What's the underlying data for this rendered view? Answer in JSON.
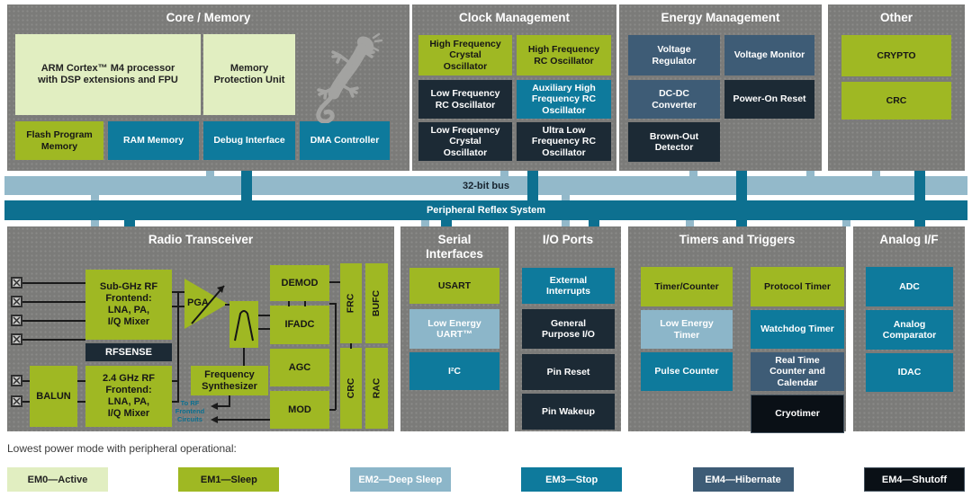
{
  "colors": {
    "section_background": "#7b7b79",
    "pale_green": "#e1eec1",
    "olive_green": "#9fb823",
    "teal": "#0e7a9c",
    "light_blue": "#8cb6c9",
    "slate_blue": "#3e5c76",
    "dark_navy": "#1c2a35",
    "black": "#0a1016",
    "bus_light": "#93b9ca",
    "bus_dark": "#0d7090"
  },
  "core_memory": {
    "title": "Core / Memory",
    "blocks": [
      {
        "label": "ARM Cortex™ M4 processor\nwith DSP extensions and FPU",
        "tone": "pale"
      },
      {
        "label": "Memory\nProtection Unit",
        "tone": "pale"
      },
      {
        "label": "Flash Program\nMemory",
        "tone": "olive"
      },
      {
        "label": "RAM Memory",
        "tone": "teal"
      },
      {
        "label": "Debug Interface",
        "tone": "teal"
      },
      {
        "label": "DMA Controller",
        "tone": "teal"
      }
    ],
    "logo": "gecko-logo"
  },
  "clock_management": {
    "title": "Clock Management",
    "blocks": [
      {
        "label": "High Frequency\nCrystal\nOscillator",
        "tone": "olive"
      },
      {
        "label": "High Frequency\nRC Oscillator",
        "tone": "olive"
      },
      {
        "label": "Low Frequency\nRC Oscillator",
        "tone": "darknavy"
      },
      {
        "label": "Auxiliary High\nFrequency RC\nOscillator",
        "tone": "teal"
      },
      {
        "label": "Low Frequency\nCrystal\nOscillator",
        "tone": "darknavy"
      },
      {
        "label": "Ultra Low\nFrequency RC\nOscillator",
        "tone": "darknavy"
      }
    ]
  },
  "energy_management": {
    "title": "Energy Management",
    "blocks": [
      {
        "label": "Voltage\nRegulator",
        "tone": "slate"
      },
      {
        "label": "Voltage Monitor",
        "tone": "slate"
      },
      {
        "label": "DC-DC\nConverter",
        "tone": "slate"
      },
      {
        "label": "Power-On Reset",
        "tone": "darknavy"
      },
      {
        "label": "Brown-Out\nDetector",
        "tone": "darknavy"
      }
    ]
  },
  "other": {
    "title": "Other",
    "blocks": [
      {
        "label": "CRYPTO",
        "tone": "olive"
      },
      {
        "label": "CRC",
        "tone": "olive"
      }
    ]
  },
  "buses": {
    "bus_32bit": "32-bit bus",
    "prs": "Peripheral Reflex System"
  },
  "radio_transceiver": {
    "title": "Radio Transceiver",
    "parts": {
      "subghz": "Sub-GHz RF\nFrontend:\nLNA, PA,\nI/Q Mixer",
      "rfsense": "RFSENSE",
      "balun": "BALUN",
      "ghz24": "2.4 GHz RF\nFrontend:\nLNA, PA,\nI/Q Mixer",
      "pga": "PGA",
      "freq_synth": "Frequency\nSynthesizer",
      "to_rf": "To RF\nFrontend\nCircuits",
      "demod": "DEMOD",
      "ifadc": "IFADC",
      "agc": "AGC",
      "mod": "MOD",
      "frc": "FRC",
      "bufc": "BUFC",
      "crc": "CRC",
      "rac": "RAC"
    }
  },
  "serial_interfaces": {
    "title": "Serial\nInterfaces",
    "blocks": [
      {
        "label": "USART",
        "tone": "olive"
      },
      {
        "label": "Low Energy\nUART™",
        "tone": "lightblue"
      },
      {
        "label": "I²C",
        "tone": "teal"
      }
    ]
  },
  "io_ports": {
    "title": "I/O Ports",
    "blocks": [
      {
        "label": "External\nInterrupts",
        "tone": "teal"
      },
      {
        "label": "General\nPurpose I/O",
        "tone": "darknavy"
      },
      {
        "label": "Pin Reset",
        "tone": "darknavy"
      },
      {
        "label": "Pin Wakeup",
        "tone": "darknavy"
      }
    ]
  },
  "timers_triggers": {
    "title": "Timers and Triggers",
    "blocks": [
      {
        "label": "Timer/Counter",
        "tone": "olive"
      },
      {
        "label": "Protocol Timer",
        "tone": "olive"
      },
      {
        "label": "Low Energy\nTimer",
        "tone": "lightblue"
      },
      {
        "label": "Watchdog Timer",
        "tone": "teal"
      },
      {
        "label": "Pulse Counter",
        "tone": "teal"
      },
      {
        "label": "Real Time\nCounter and\nCalendar",
        "tone": "slate"
      },
      {
        "label": "Cryotimer",
        "tone": "black"
      }
    ]
  },
  "analog_if": {
    "title": "Analog I/F",
    "blocks": [
      {
        "label": "ADC",
        "tone": "teal"
      },
      {
        "label": "Analog\nComparator",
        "tone": "teal"
      },
      {
        "label": "IDAC",
        "tone": "teal"
      }
    ]
  },
  "legend": {
    "caption": "Lowest power mode with peripheral operational:",
    "items": [
      {
        "label": "EM0—Active",
        "tone": "pale"
      },
      {
        "label": "EM1—Sleep",
        "tone": "olive"
      },
      {
        "label": "EM2—Deep Sleep",
        "tone": "lightblue"
      },
      {
        "label": "EM3—Stop",
        "tone": "teal"
      },
      {
        "label": "EM4—Hibernate",
        "tone": "slate"
      },
      {
        "label": "EM4—Shutoff",
        "tone": "black"
      }
    ]
  }
}
